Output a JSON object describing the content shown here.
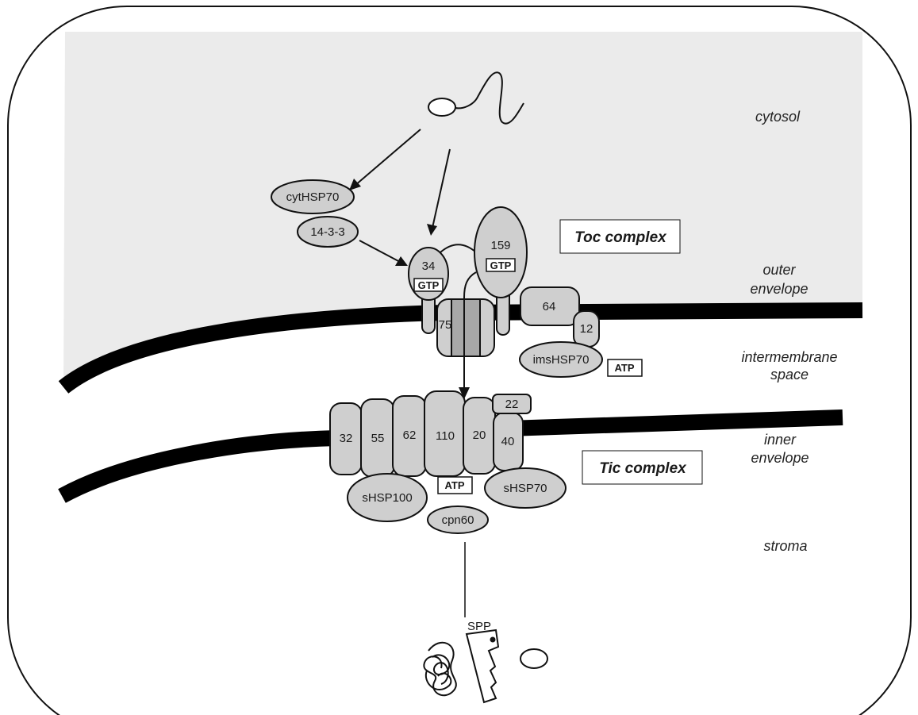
{
  "regions": {
    "cytosol": "cytosol",
    "outer_envelope": [
      "outer",
      "envelope"
    ],
    "intermembrane_space": [
      "intermembrane",
      "space"
    ],
    "inner_envelope": [
      "inner",
      "envelope"
    ],
    "stroma": "stroma"
  },
  "complexes": {
    "toc": "Toc complex",
    "tic": "Tic complex"
  },
  "toc_proteins": {
    "cyt_hsp70": "cytHSP70",
    "p14_3_3": "14-3-3",
    "toc34": "34",
    "toc159": "159",
    "toc75": "75",
    "toc64": "64",
    "toc12": "12",
    "ims_hsp70": "imsHSP70"
  },
  "tic_proteins": {
    "tic32": "32",
    "tic55": "55",
    "tic62": "62",
    "tic110": "110",
    "tic20": "20",
    "tic40": "40",
    "tic22": "22",
    "s_hsp100": "sHSP100",
    "s_hsp70": "sHSP70",
    "cpn60": "cpn60"
  },
  "cofactors": {
    "gtp": "GTP",
    "atp": "ATP"
  },
  "spp": "SPP",
  "colors": {
    "cytosol_fill": "#ebebeb",
    "protein_fill": "#cfcfcf",
    "channel_fill": "#a8a8a8",
    "membrane": "#000000"
  }
}
